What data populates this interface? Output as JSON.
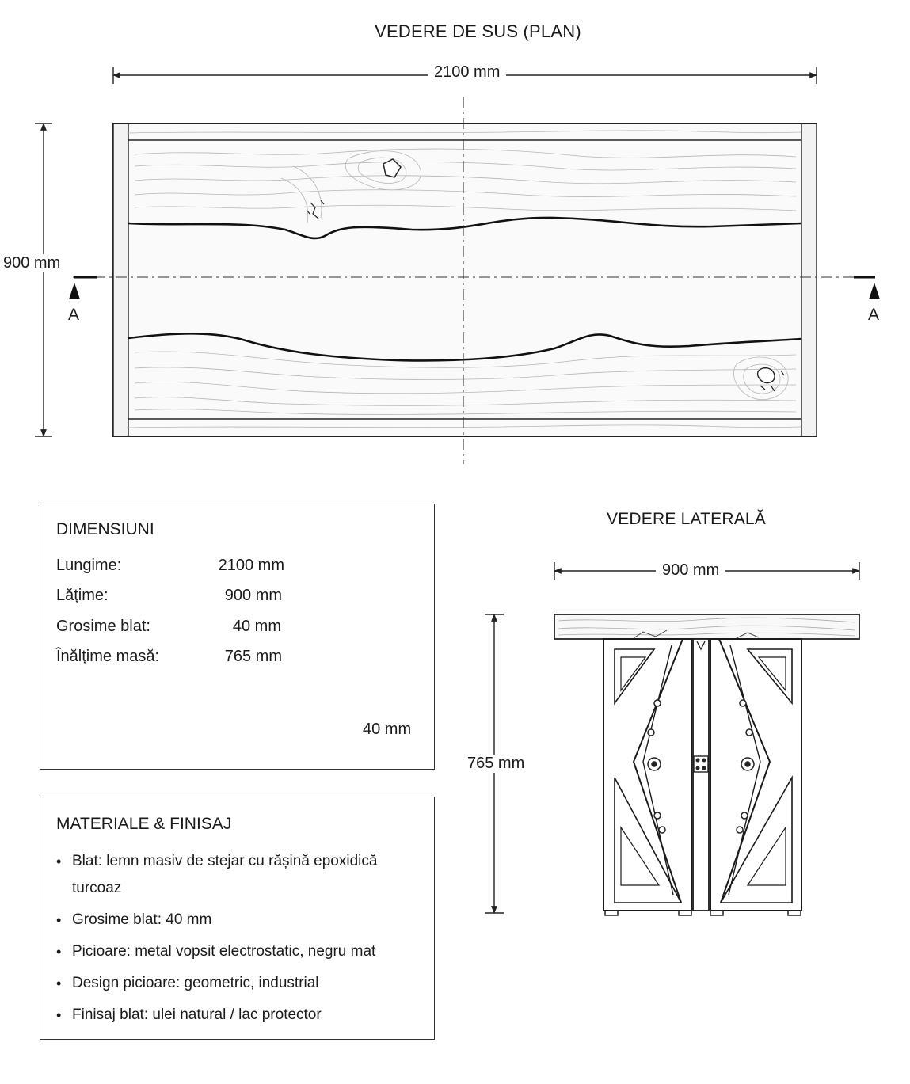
{
  "plan_view": {
    "title": "VEDERE DE SUS (PLAN)",
    "length_label": "2100 mm",
    "width_label": "900 mm",
    "section_left": "A",
    "section_right": "A"
  },
  "side_view": {
    "title": "VEDERE LATERALĂ",
    "width_label": "900 mm",
    "height_label": "765 mm"
  },
  "dimensions_panel": {
    "heading": "DIMENSIUNI",
    "rows": [
      {
        "label": "Lungime:",
        "value": "2100 mm"
      },
      {
        "label": "Lățime:",
        "value": "900 mm"
      },
      {
        "label": "Grosime blat:",
        "value": "40 mm"
      },
      {
        "label": "Înălțime masă:",
        "value": "765 mm"
      }
    ],
    "thickness_label": "40 mm"
  },
  "materials_panel": {
    "heading": "MATERIALE & FINISAJ",
    "items": [
      "Blat: lemn masiv de stejar cu rășină epoxidică turcoaz",
      "Grosime blat: 40 mm",
      "Picioare: metal vopsit electrostatic, negru mat",
      "Design picioare: geometric, industrial",
      "Finisaj blat: ulei natural / lac protector"
    ]
  }
}
